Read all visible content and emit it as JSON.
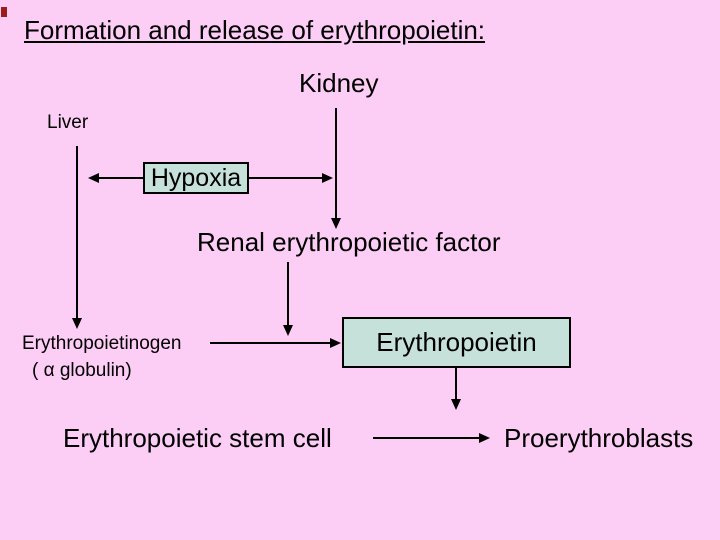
{
  "slide": {
    "kind": "presentation-slide-flow-diagram",
    "title": "Formation and release of erythropoietin:",
    "colors": {
      "background": "#fccdf5",
      "box_fill": "#c6e0da",
      "box_border": "#000000",
      "text": "#000000",
      "corner_mark": "#9b1c1c"
    },
    "nodes": {
      "kidney": {
        "label": "Kidney"
      },
      "liver": {
        "label": "Liver"
      },
      "hypoxia": {
        "label": "Hypoxia",
        "boxed": true
      },
      "renal_factor": {
        "label": "Renal erythropoietic factor"
      },
      "erythropoietinogen": {
        "label": "Erythropoietinogen",
        "sublabel": "( α globulin)"
      },
      "erythropoietin": {
        "label": "Erythropoietin",
        "boxed": true
      },
      "stem_cell": {
        "label": "Erythropoietic stem cell"
      },
      "proerythroblasts": {
        "label": "Proerythroblasts"
      }
    },
    "arrows": [
      {
        "from": "kidney",
        "to": "renal_factor",
        "direction": "down"
      },
      {
        "from": "hypoxia",
        "to": "liver-line",
        "direction": "left"
      },
      {
        "from": "hypoxia",
        "to": "kidney-line",
        "direction": "right"
      },
      {
        "from": "liver",
        "to": "erythropoietinogen",
        "direction": "down"
      },
      {
        "from": "renal_factor",
        "to": "erythropoietinogen-erythropoietin-line",
        "direction": "down"
      },
      {
        "from": "erythropoietinogen",
        "to": "erythropoietin",
        "direction": "right"
      },
      {
        "from": "erythropoietin",
        "to": "stem-cell-row",
        "direction": "down"
      },
      {
        "from": "stem_cell",
        "to": "proerythroblasts",
        "direction": "right"
      }
    ]
  }
}
